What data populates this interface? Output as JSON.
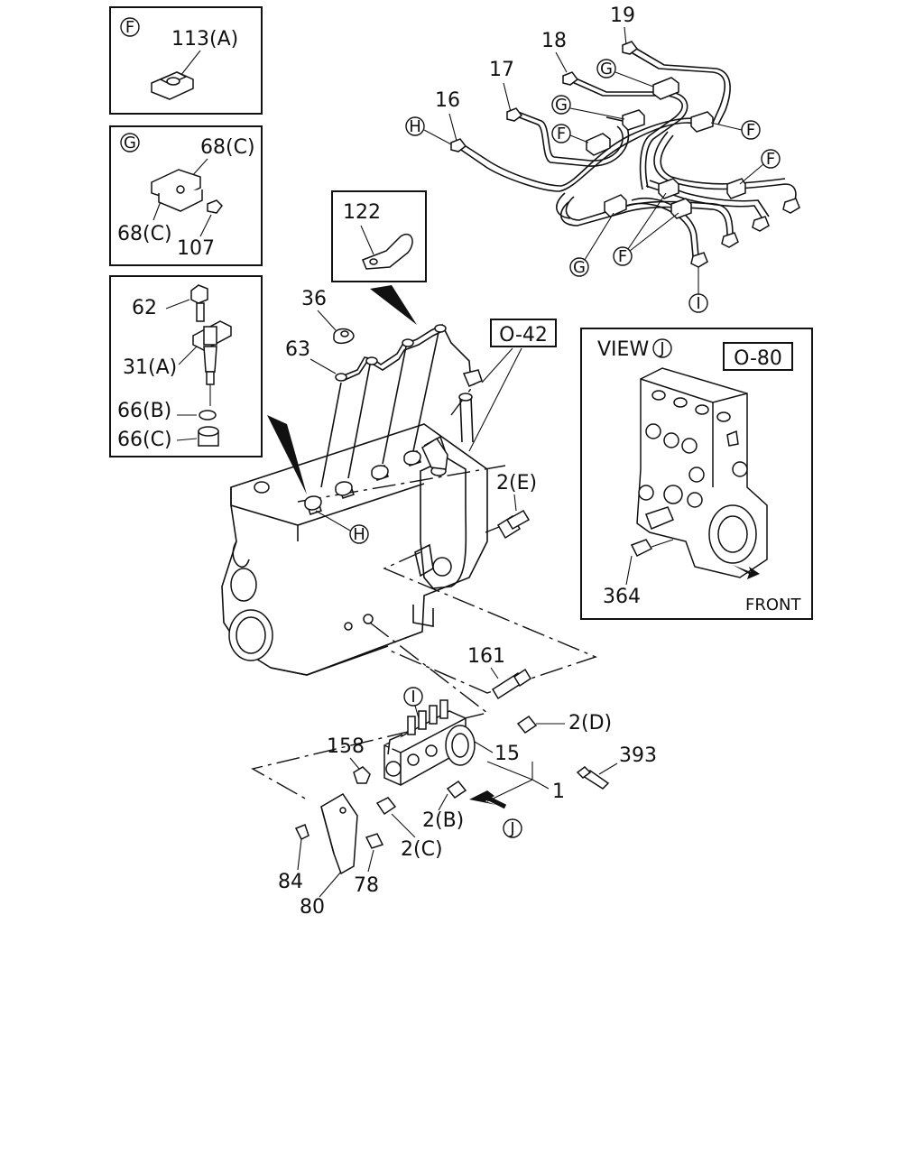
{
  "detail_boxes": {
    "F": {
      "letter": "F",
      "part": "113(A)"
    },
    "G": {
      "letter": "G",
      "parts": [
        "68(C)",
        "68(C)",
        "107"
      ]
    },
    "injector": {
      "parts": [
        "62",
        "31(A)",
        "66(B)",
        "66(C)"
      ]
    },
    "clip_122": {
      "part": "122"
    }
  },
  "pipe_callouts": {
    "numbers": [
      "19",
      "18",
      "17",
      "16"
    ],
    "letters": [
      "G",
      "G",
      "F",
      "H",
      "F",
      "F",
      "G",
      "F",
      "I"
    ]
  },
  "engine_callouts": {
    "parts": [
      "36",
      "63",
      "2(E)",
      "161",
      "158",
      "15",
      "2(D)",
      "393",
      "1",
      "2(B)",
      "2(C)",
      "84",
      "78",
      "80"
    ],
    "refs": [
      "O-42"
    ],
    "letters": [
      "H",
      "I",
      "J"
    ]
  },
  "view_j": {
    "title": "VIEW",
    "letter": "J",
    "ref": "O-80",
    "part": "364",
    "direction": "FRONT"
  }
}
